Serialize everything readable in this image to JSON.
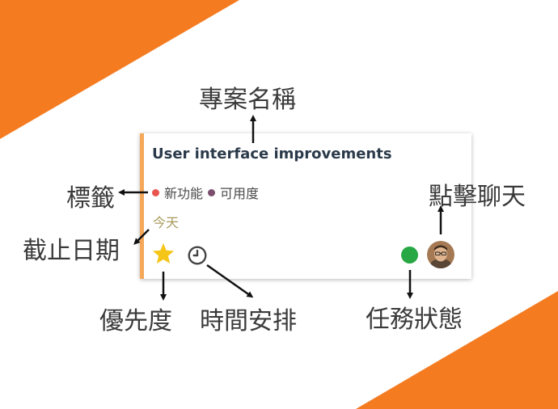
{
  "card": {
    "title": "User interface improvements",
    "tags": [
      {
        "label": "新功能",
        "color": "#e8554e"
      },
      {
        "label": "可用度",
        "color": "#7b4e6e"
      }
    ],
    "deadline": "今天",
    "status_color": "#28a745",
    "accent_color": "#f5a85a"
  },
  "annotations": {
    "project_name": "專案名稱",
    "tags": "標籤",
    "deadline": "截止日期",
    "priority": "優先度",
    "scheduling": "時間安排",
    "click_to_chat": "點擊聊天",
    "task_status": "任務狀態"
  },
  "icons": {
    "priority": "star-icon",
    "schedule": "clock-icon",
    "status": "status-dot",
    "chat": "avatar"
  },
  "colors": {
    "orange": "#f47b20",
    "star": "#f5c518"
  }
}
